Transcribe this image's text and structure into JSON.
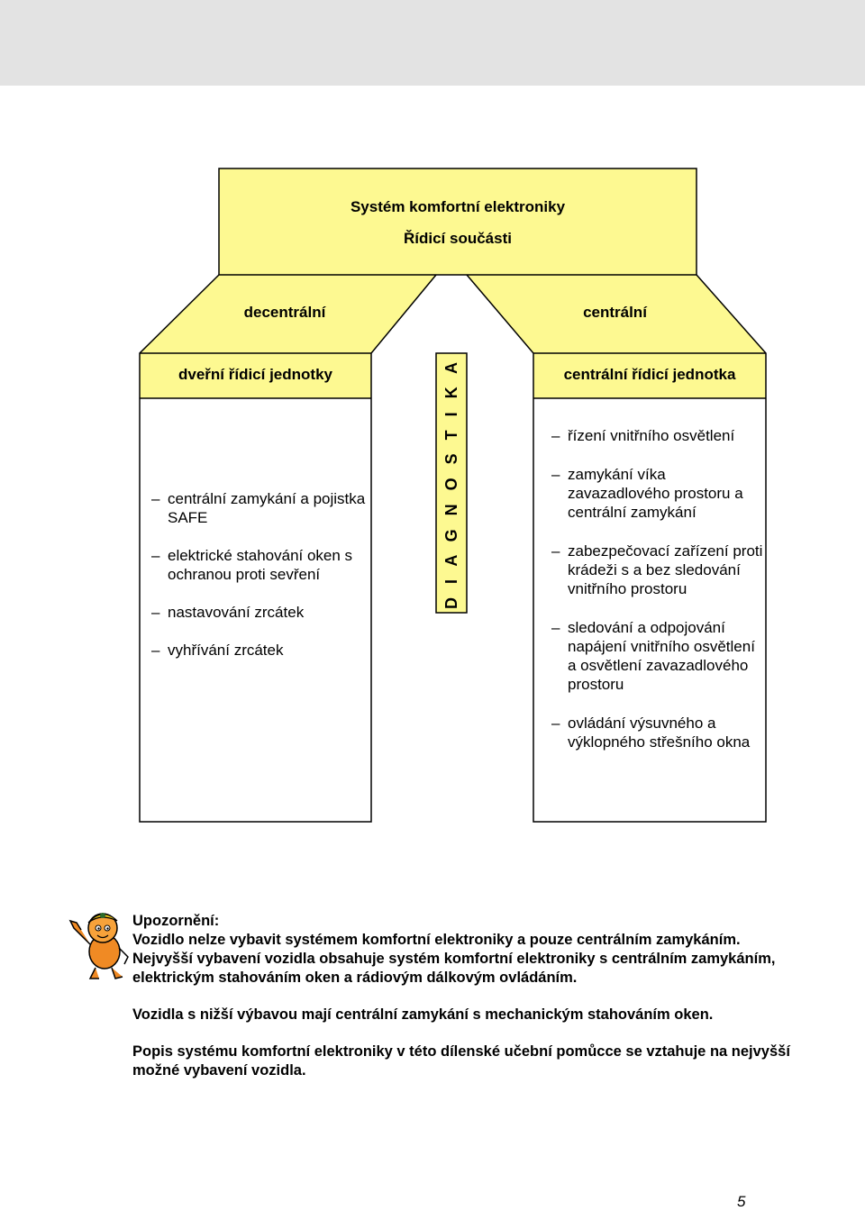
{
  "diagram": {
    "title": "Systém komfortní elektroniky",
    "subtitle": "Řídicí součásti",
    "left_branch": "decentrální",
    "right_branch": "centrální",
    "left_unit": "dveřní řídicí jednotky",
    "right_unit": "centrální řídicí jednotka",
    "diagnostics": "D I A G N O S T I K A",
    "fill_color": "#fdf991",
    "left_items": [
      "centrální zamykání a pojistka SAFE",
      "elektrické stahování oken s ochranou proti sevření",
      "nastavování zrcátek",
      "vyhřívání zrcátek"
    ],
    "right_items": [
      "řízení vnitřního osvětlení",
      "zamykání víka zavazadlového prostoru a centrální zamykání",
      "zabezpečovací zařízení proti krádeži s a bez sledování vnitřního prostoru",
      "sledování a odpojování napájení vnitřního osvětlení a osvětlení zavazadlového prostoru",
      "ovládání výsuvného a výklopného střešního okna"
    ]
  },
  "notice": {
    "heading": "Upozornění:",
    "line1": "Vozidlo nelze vybavit systémem komfortní elektroniky a pouze centrálním zamykáním.",
    "line2": "Nejvyšší vybavení vozidla obsahuje systém komfortní elektroniky s centrálním zamykáním, elektrickým stahováním oken a rádiovým dálkovým ovládáním.",
    "para2": "Vozidla s nižší výbavou mají centrální zamykání s mechanickým stahováním oken.",
    "para3": "Popis systému komfortní elektroniky v této dílenské učební pomůcce se vztahuje na nejvyšší možné vybavení vozidla."
  },
  "page": {
    "number": "5"
  }
}
